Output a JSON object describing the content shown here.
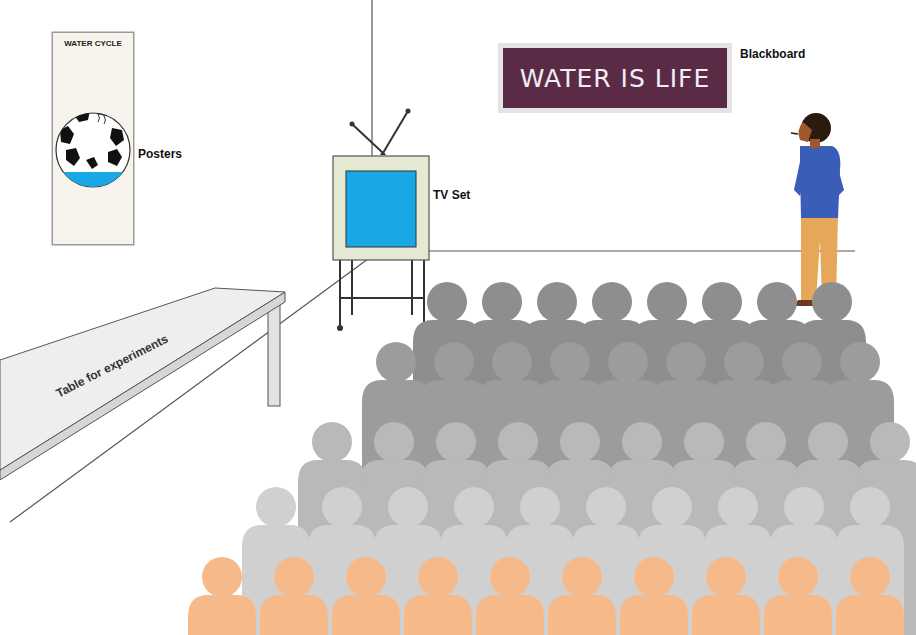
{
  "diagram": {
    "nodes": [
      {
        "text": [
          "WATER CYCLE"
        ]
      },
      {
        "text": [
          "WATER IS LIFE"
        ]
      },
      {
        "text": [
          "Table for experiments"
        ]
      }
    ],
    "labels": [
      "Posters",
      "TV Set",
      "Blackboard"
    ]
  }
}
